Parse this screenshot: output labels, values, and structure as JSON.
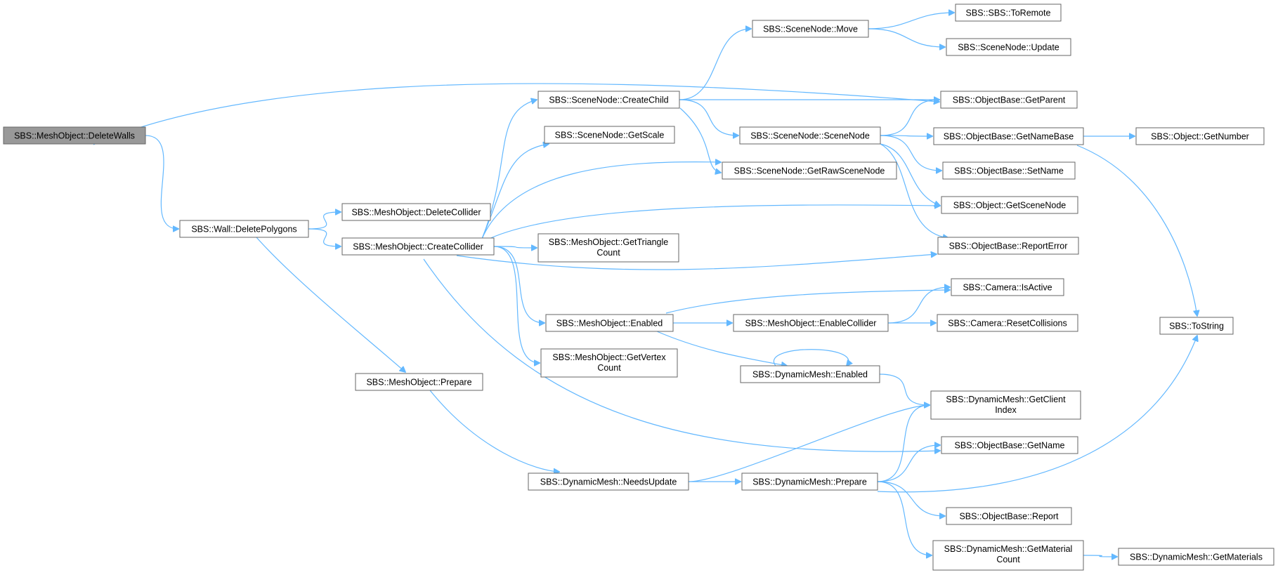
{
  "graph": {
    "title": "",
    "root": "n0",
    "colors": {
      "edge": "#63b8ff",
      "node_border": "#666666",
      "root_fill": "#999999",
      "node_fill": "#ffffff",
      "text": "#000000"
    },
    "nodes": [
      {
        "id": "n0",
        "label": "SBS::MeshObject::DeleteWalls"
      },
      {
        "id": "n1",
        "label": "SBS::ObjectBase::GetParent"
      },
      {
        "id": "n2",
        "label": "SBS::Wall::DeletePolygons"
      },
      {
        "id": "n3",
        "label": "SBS::MeshObject::DeleteCollider"
      },
      {
        "id": "n4",
        "label": "SBS::MeshObject::CreateCollider"
      },
      {
        "id": "n5",
        "label": "SBS::MeshObject::Prepare"
      },
      {
        "id": "n6",
        "label": "SBS::SceneNode::CreateChild"
      },
      {
        "id": "n7",
        "label": "SBS::SceneNode::GetScale"
      },
      {
        "id": "n8",
        "label": "SBS::SceneNode::GetRawSceneNode"
      },
      {
        "id": "n9",
        "label": "SBS::Object::GetSceneNode"
      },
      {
        "id": "n10",
        "label": "SBS::MeshObject::GetTriangle Count"
      },
      {
        "id": "n11",
        "label": "SBS::ObjectBase::ReportError"
      },
      {
        "id": "n12",
        "label": "SBS::MeshObject::Enabled"
      },
      {
        "id": "n13",
        "label": "SBS::MeshObject::GetVertex Count"
      },
      {
        "id": "n14",
        "label": "SBS::ObjectBase::GetName"
      },
      {
        "id": "n15",
        "label": "SBS::SceneNode::Move"
      },
      {
        "id": "n16",
        "label": "SBS::SceneNode::SceneNode"
      },
      {
        "id": "n17",
        "label": "SBS::SBS::ToRemote"
      },
      {
        "id": "n18",
        "label": "SBS::SceneNode::Update"
      },
      {
        "id": "n19",
        "label": "SBS::ObjectBase::GetNameBase"
      },
      {
        "id": "n20",
        "label": "SBS::ObjectBase::SetName"
      },
      {
        "id": "n21",
        "label": "SBS::Object::GetNumber"
      },
      {
        "id": "n22",
        "label": "SBS::ToString"
      },
      {
        "id": "n23",
        "label": "SBS::Camera::IsActive"
      },
      {
        "id": "n24",
        "label": "SBS::MeshObject::EnableCollider"
      },
      {
        "id": "n25",
        "label": "SBS::DynamicMesh::Enabled"
      },
      {
        "id": "n26",
        "label": "SBS::Camera::ResetCollisions"
      },
      {
        "id": "n27",
        "label": "SBS::DynamicMesh::GetClient Index"
      },
      {
        "id": "n28",
        "label": "SBS::DynamicMesh::NeedsUpdate"
      },
      {
        "id": "n29",
        "label": "SBS::DynamicMesh::Prepare"
      },
      {
        "id": "n30",
        "label": "SBS::ObjectBase::Report"
      },
      {
        "id": "n31",
        "label": "SBS::DynamicMesh::GetMaterial Count"
      },
      {
        "id": "n32",
        "label": "SBS::DynamicMesh::GetMaterials"
      }
    ],
    "edges": [
      [
        "n0",
        "n1"
      ],
      [
        "n0",
        "n2"
      ],
      [
        "n2",
        "n3"
      ],
      [
        "n2",
        "n4"
      ],
      [
        "n2",
        "n5"
      ],
      [
        "n4",
        "n6"
      ],
      [
        "n4",
        "n7"
      ],
      [
        "n4",
        "n8"
      ],
      [
        "n4",
        "n9"
      ],
      [
        "n4",
        "n10"
      ],
      [
        "n4",
        "n11"
      ],
      [
        "n4",
        "n12"
      ],
      [
        "n4",
        "n13"
      ],
      [
        "n4",
        "n14"
      ],
      [
        "n5",
        "n28"
      ],
      [
        "n6",
        "n1"
      ],
      [
        "n6",
        "n15"
      ],
      [
        "n6",
        "n16"
      ],
      [
        "n6",
        "n8"
      ],
      [
        "n15",
        "n17"
      ],
      [
        "n15",
        "n18"
      ],
      [
        "n16",
        "n1"
      ],
      [
        "n16",
        "n19"
      ],
      [
        "n16",
        "n20"
      ],
      [
        "n16",
        "n9"
      ],
      [
        "n16",
        "n11"
      ],
      [
        "n19",
        "n21"
      ],
      [
        "n19",
        "n22"
      ],
      [
        "n12",
        "n23"
      ],
      [
        "n12",
        "n24"
      ],
      [
        "n12",
        "n25"
      ],
      [
        "n24",
        "n23"
      ],
      [
        "n24",
        "n26"
      ],
      [
        "n25",
        "n25"
      ],
      [
        "n25",
        "n27"
      ],
      [
        "n28",
        "n27"
      ],
      [
        "n28",
        "n29"
      ],
      [
        "n29",
        "n27"
      ],
      [
        "n29",
        "n14"
      ],
      [
        "n29",
        "n22"
      ],
      [
        "n29",
        "n30"
      ],
      [
        "n29",
        "n31"
      ],
      [
        "n31",
        "n32"
      ]
    ]
  }
}
